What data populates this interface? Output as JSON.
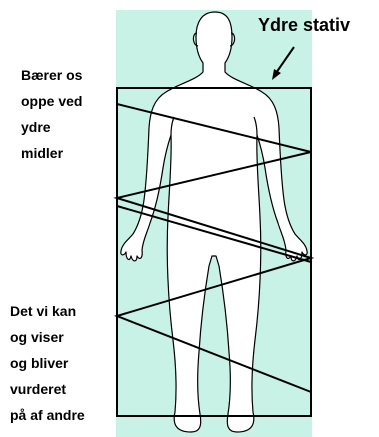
{
  "colors": {
    "background_panel": "#c8f2e6",
    "outline": "#000000",
    "body_fill": "#ffffff"
  },
  "callout": {
    "title": "Ydre stativ"
  },
  "annotations": {
    "top_lines": [
      "Bærer os",
      "oppe ved",
      "ydre",
      "midler"
    ],
    "bottom_lines": [
      "Det vi kan",
      "og viser",
      "og bliver",
      "vurderet",
      "på af andre"
    ]
  }
}
